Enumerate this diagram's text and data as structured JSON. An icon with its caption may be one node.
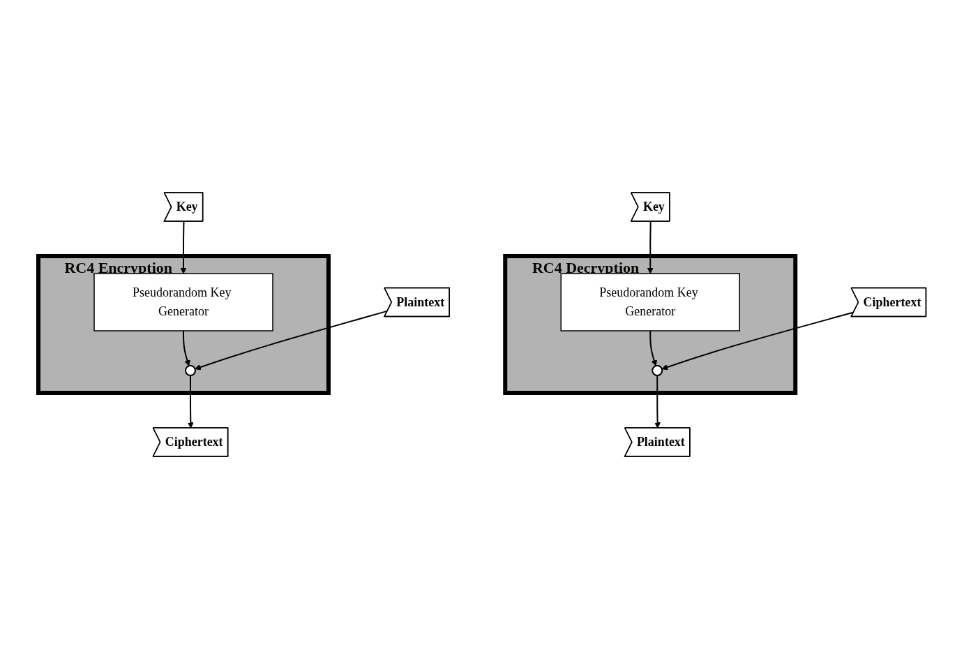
{
  "diagram": {
    "nodes": [
      {
        "text": [
          "RC4 Encryption"
        ]
      },
      {
        "text": [
          "Key"
        ]
      },
      {
        "text": [
          "Pseudorandom Key Generator"
        ],
        "in": 0
      },
      {
        "text": [],
        "shape": "circle",
        "in": 0
      },
      {
        "text": [
          "Plaintext"
        ]
      },
      {
        "text": [
          "Ciphertext"
        ]
      },
      {
        "text": [
          "RC4 Decryption"
        ]
      },
      {
        "text": [
          "Key"
        ]
      },
      {
        "text": [
          "Pseudorandom Key Generator"
        ],
        "in": 6
      },
      {
        "text": [],
        "shape": "circle",
        "in": 6
      },
      {
        "text": [
          "Ciphertext"
        ]
      },
      {
        "text": [
          "Plaintext"
        ]
      }
    ],
    "edges": [
      {
        "from": 1,
        "to": 2,
        "arrow": "to"
      },
      {
        "from": 2,
        "to": 3,
        "arrow": "to"
      },
      {
        "from": 4,
        "to": 3,
        "arrow": "to"
      },
      {
        "from": 3,
        "to": 5,
        "arrow": "to"
      },
      {
        "from": 7,
        "to": 8,
        "arrow": "to"
      },
      {
        "from": 8,
        "to": 9,
        "arrow": "to"
      },
      {
        "from": 10,
        "to": 9,
        "arrow": "to"
      },
      {
        "from": 9,
        "to": 11,
        "arrow": "to"
      }
    ]
  }
}
